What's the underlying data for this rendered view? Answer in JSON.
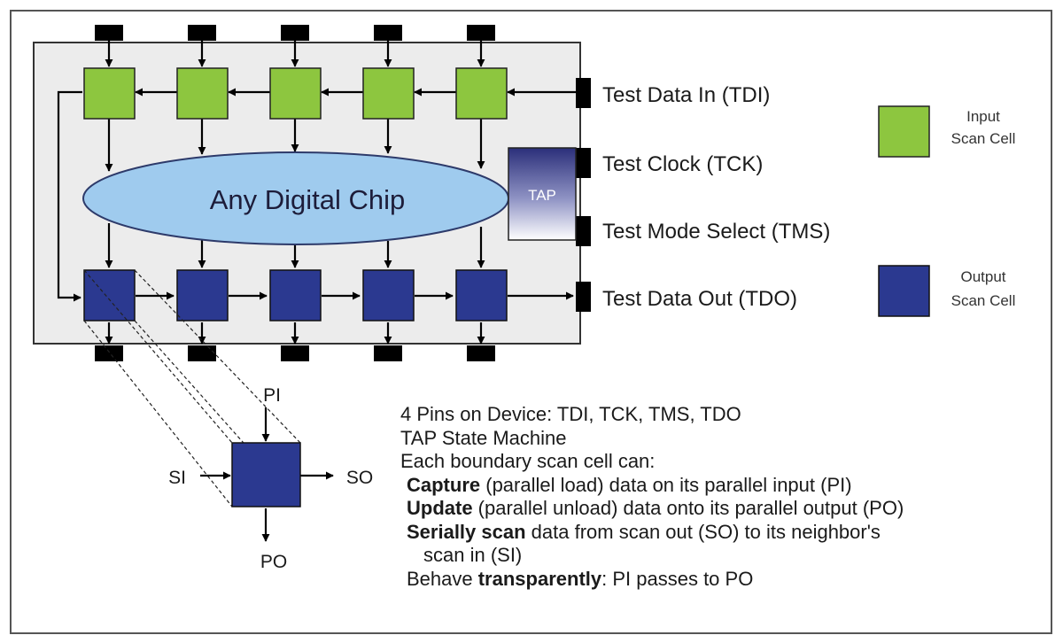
{
  "chip": {
    "label": "Any Digital Chip",
    "tap_label": "TAP"
  },
  "pins": {
    "tdi": "Test Data In (TDI)",
    "tck": "Test Clock (TCK)",
    "tms": "Test Mode Select (TMS)",
    "tdo": "Test Data Out (TDO)"
  },
  "legend": {
    "input": {
      "line1": "Input",
      "line2": "Scan Cell",
      "color": "#8dc63f"
    },
    "output": {
      "line1": "Output",
      "line2": "Scan Cell",
      "color": "#2b3990"
    }
  },
  "cell_detail": {
    "pi": "PI",
    "po": "PO",
    "si": "SI",
    "so": "SO"
  },
  "notes": {
    "line1": "4 Pins on Device: TDI, TCK, TMS, TDO",
    "line2": "TAP State Machine",
    "line3": "Each boundary scan cell can:",
    "capture": {
      "bold": "Capture",
      "rest": " (parallel load) data on its parallel input (PI)"
    },
    "update": {
      "bold": "Update",
      "rest": " (parallel unload) data onto its parallel output (PO)"
    },
    "serial": {
      "bold": "Serially scan",
      "rest": " data from scan out (SO) to its neighbor's"
    },
    "serial_cont": "scan in (SI)",
    "behave": {
      "pre": "Behave ",
      "bold": "transparently",
      "rest": ": PI passes to PO"
    }
  },
  "colors": {
    "chip_fill": "#9fcbee",
    "board_fill": "#ececec",
    "pin_fill": "#000000"
  }
}
